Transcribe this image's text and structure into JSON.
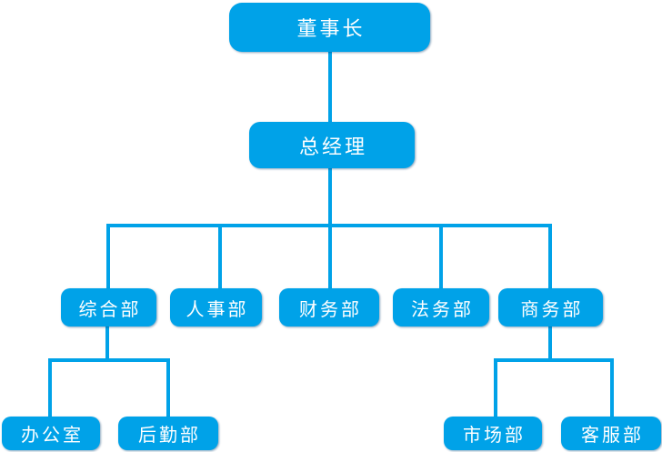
{
  "diagram": {
    "type": "org-chart",
    "accent_color": "#00A2E8",
    "text_color": "#FFFFFF",
    "background_color": "#FFFFFF",
    "levels": 4,
    "nodes": [
      {
        "id": "chairman",
        "label": "董事长",
        "level": 1,
        "parent": null
      },
      {
        "id": "general-manager",
        "label": "总经理",
        "level": 2,
        "parent": "chairman"
      },
      {
        "id": "general-affairs",
        "label": "综合部",
        "level": 3,
        "parent": "general-manager"
      },
      {
        "id": "hr",
        "label": "人事部",
        "level": 3,
        "parent": "general-manager"
      },
      {
        "id": "finance",
        "label": "财务部",
        "level": 3,
        "parent": "general-manager"
      },
      {
        "id": "legal",
        "label": "法务部",
        "level": 3,
        "parent": "general-manager"
      },
      {
        "id": "business",
        "label": "商务部",
        "level": 3,
        "parent": "general-manager"
      },
      {
        "id": "office",
        "label": "办公室",
        "level": 4,
        "parent": "general-affairs"
      },
      {
        "id": "logistics",
        "label": "后勤部",
        "level": 4,
        "parent": "general-affairs"
      },
      {
        "id": "marketing",
        "label": "市场部",
        "level": 4,
        "parent": "business"
      },
      {
        "id": "customer-service",
        "label": "客服部",
        "level": 4,
        "parent": "business"
      }
    ]
  }
}
